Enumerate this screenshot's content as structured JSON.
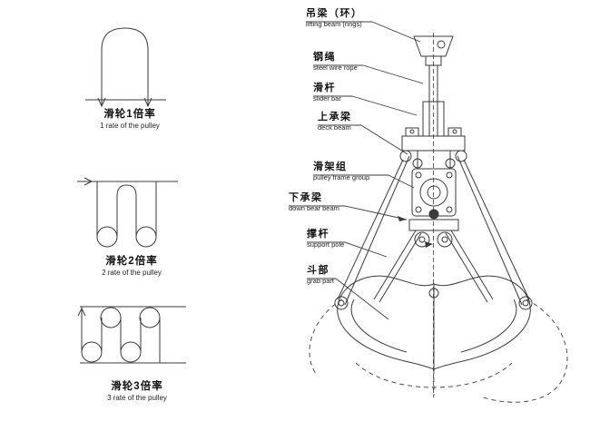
{
  "pulley_diagrams": [
    {
      "title_zh": "滑轮1倍率",
      "title_en": "1 rate of the pulley"
    },
    {
      "title_zh": "滑轮2倍率",
      "title_en": "2 rate of the pulley"
    },
    {
      "title_zh": "滑轮3倍率",
      "title_en": "3 rate of the pulley"
    }
  ],
  "grab_labels": [
    {
      "zh": "吊梁（环）",
      "en": "lifting beam (rings)"
    },
    {
      "zh": "钢绳",
      "en": "steel wire rope"
    },
    {
      "zh": "滑杆",
      "en": "slider bar"
    },
    {
      "zh": "上承梁",
      "en": "deck beam"
    },
    {
      "zh": "滑架组",
      "en": "pulley frame group"
    },
    {
      "zh": "下承梁",
      "en": "down bear beam"
    },
    {
      "zh": "撑杆",
      "en": "support pole"
    },
    {
      "zh": "斗部",
      "en": "grab part"
    }
  ],
  "colors": {
    "line": "#3a3a3a",
    "text": "#111111",
    "background": "#ffffff"
  }
}
